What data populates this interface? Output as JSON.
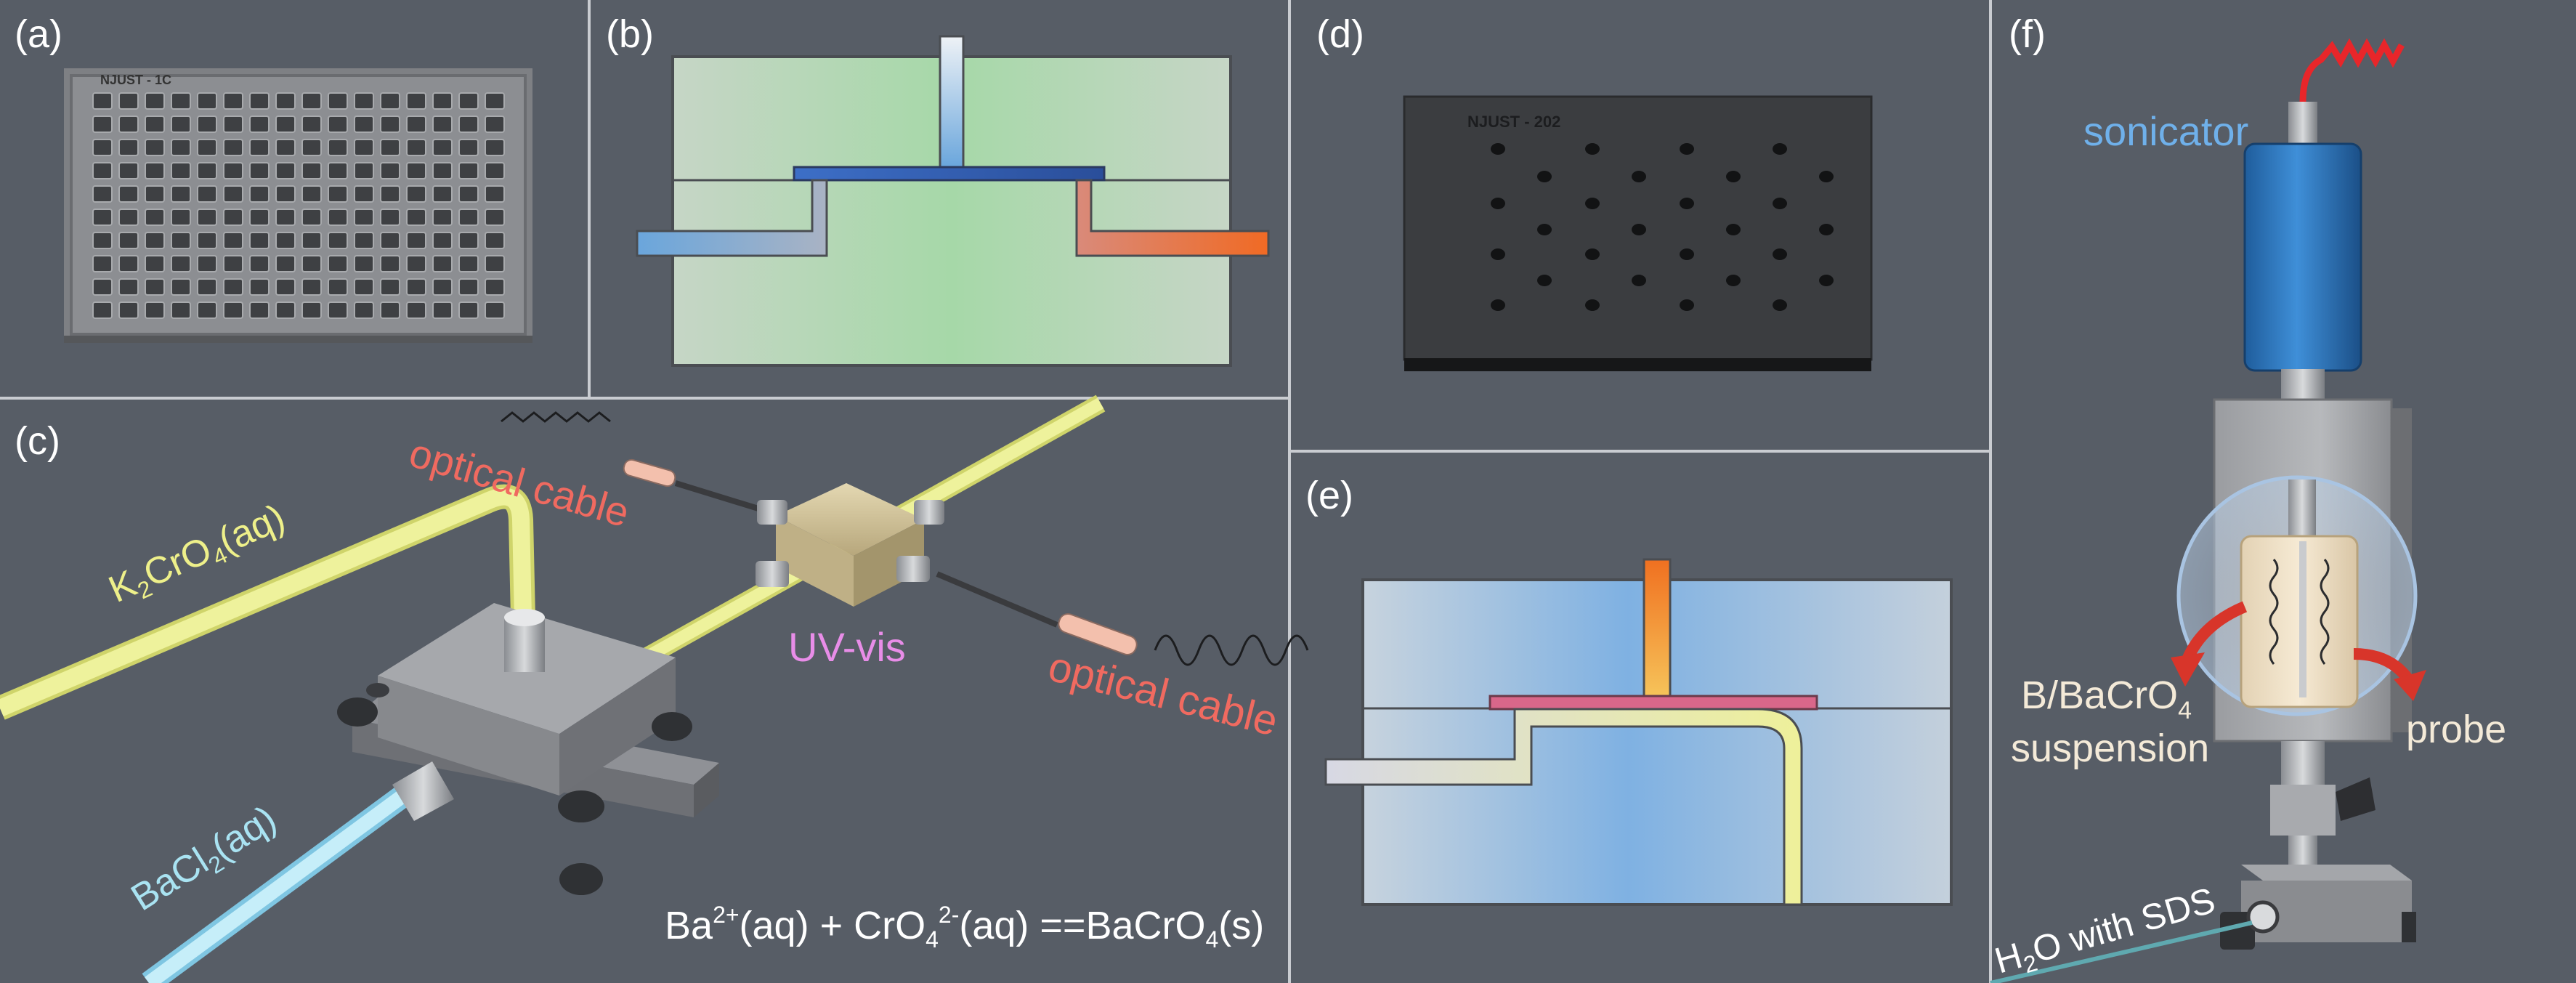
{
  "panels": {
    "a": {
      "letter": "(a)",
      "chip_label": "NJUST - 1C"
    },
    "b": {
      "letter": "(b)"
    },
    "c": {
      "letter": "(c)",
      "optical_cable_top": "optical cable",
      "optical_cable_right": "optical cable",
      "uvvis": "UV-vis",
      "k2cro4": {
        "pre": "K",
        "sub": "2",
        "mid": "CrO",
        "sub2": "4",
        "post": "(aq)"
      },
      "bacl2": {
        "pre": "BaCl",
        "sub": "2",
        "post": "(aq)"
      },
      "equation": {
        "ba": "Ba",
        "ba_sup": "2+",
        "ba_aq": "(aq) + CrO",
        "cro_sub": "4",
        "cro_sup": "2-",
        "rest": "(aq) ==BaCrO",
        "final_sub": "4",
        "final": "(s)"
      }
    },
    "d": {
      "letter": "(d)",
      "chip_label": "NJUST - 202"
    },
    "e": {
      "letter": "(e)"
    },
    "f": {
      "letter": "(f)",
      "sonicator": "sonicator",
      "probe": "probe",
      "suspension_line1": {
        "pre": "B/BaCrO",
        "sub": "4"
      },
      "suspension_line2": "suspension",
      "h2o": {
        "pre": "H",
        "sub": "2",
        "post": "O with SDS"
      }
    }
  },
  "colors": {
    "background": "#575d66",
    "label_red": "#f06a60",
    "label_yellow": "#eef08a",
    "label_cyan": "#a9e3f2",
    "label_magenta": "#e88de8",
    "label_blue": "#6fb0ea",
    "label_cream": "#f4ead8",
    "label_white": "#ffffff"
  }
}
